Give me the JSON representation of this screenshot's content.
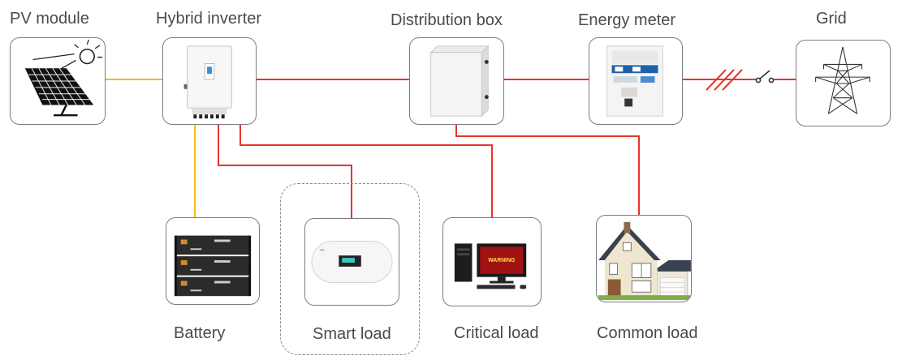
{
  "nodes": {
    "pv_module": {
      "label": "PV module",
      "icon": "solar-panel-icon"
    },
    "hybrid_inverter": {
      "label": "Hybrid inverter",
      "icon": "inverter-icon"
    },
    "distribution_box": {
      "label": "Distribution box",
      "icon": "distribution-box-icon"
    },
    "energy_meter": {
      "label": "Energy meter",
      "icon": "energy-meter-icon"
    },
    "grid": {
      "label": "Grid",
      "icon": "transmission-tower-icon"
    },
    "battery": {
      "label": "Battery",
      "icon": "battery-stack-icon"
    },
    "smart_load": {
      "label": "Smart load",
      "icon": "water-heater-icon"
    },
    "critical_load": {
      "label": "Critical load",
      "icon": "computer-icon",
      "screen_text": "WARNING"
    },
    "common_load": {
      "label": "Common load",
      "icon": "house-icon"
    }
  },
  "colors": {
    "dc_line": "#f5b921",
    "ac_line": "#e8332a",
    "box_border": "#7c7c7c",
    "label_text": "#4a4a4a"
  }
}
